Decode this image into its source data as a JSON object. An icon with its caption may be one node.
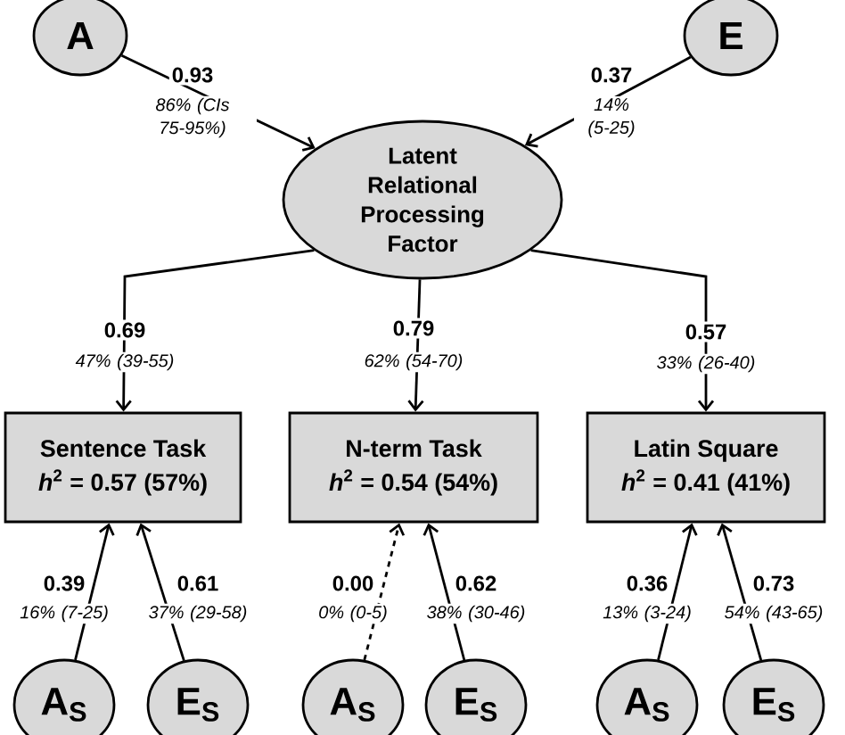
{
  "diagram": {
    "nodes": [
      {
        "text": [
          "A"
        ]
      },
      {
        "text": [
          "E"
        ]
      },
      {
        "text": [
          "Latent Relational Processing Factor"
        ]
      },
      {
        "text": [
          "Sentence Task",
          "*h*$^{2}$ = 0.57 (57%)"
        ]
      },
      {
        "text": [
          "N-term Task",
          "*h*$^{2}$ = 0.54 (54%)"
        ]
      },
      {
        "text": [
          "Latin Square",
          "*h*$^{2}$ = 0.41 (41%)"
        ]
      },
      {
        "text": [
          "A$_{S}$"
        ]
      },
      {
        "text": [
          "E$_{S}$"
        ]
      },
      {
        "text": [
          "A$_{S}$"
        ]
      },
      {
        "text": [
          "E$_{S}$"
        ]
      },
      {
        "text": [
          "A$_{S}$"
        ]
      },
      {
        "text": [
          "E$_{S}$"
        ]
      }
    ],
    "edges": [
      {
        "from": 0,
        "to": 2,
        "arrow": "to",
        "label": "0.93"
      },
      {
        "from": 1,
        "to": 2,
        "arrow": "to",
        "label": "0.37"
      },
      {
        "from": 2,
        "to": 3,
        "arrow": "to",
        "label": "0.69"
      },
      {
        "from": 2,
        "to": 4,
        "arrow": "to",
        "label": "0.79"
      },
      {
        "from": 2,
        "to": 5,
        "arrow": "to",
        "label": "0.57"
      },
      {
        "from": 6,
        "to": 3,
        "arrow": "to",
        "label": "0.39"
      },
      {
        "from": 7,
        "to": 3,
        "arrow": "to",
        "label": "0.61"
      },
      {
        "from": 8,
        "to": 4,
        "arrow": "to",
        "label": "0.00",
        "style": "dashed"
      },
      {
        "from": 9,
        "to": 4,
        "arrow": "to",
        "label": "0.62"
      },
      {
        "from": 10,
        "to": 5,
        "arrow": "to",
        "label": "0.36"
      },
      {
        "from": 11,
        "to": 5,
        "arrow": "to",
        "label": "0.73"
      }
    ],
    "labels": [
      "86% (CIs 75-95%)",
      "14% (5-25)",
      "47% (39-55)",
      "62% (54-70)",
      "33% (26-40)",
      "16% (7-25)",
      "37% (29-58)",
      "0% (0-5)",
      "38% (30-46)",
      "13% (3-24)",
      "54% (43-65)"
    ]
  }
}
